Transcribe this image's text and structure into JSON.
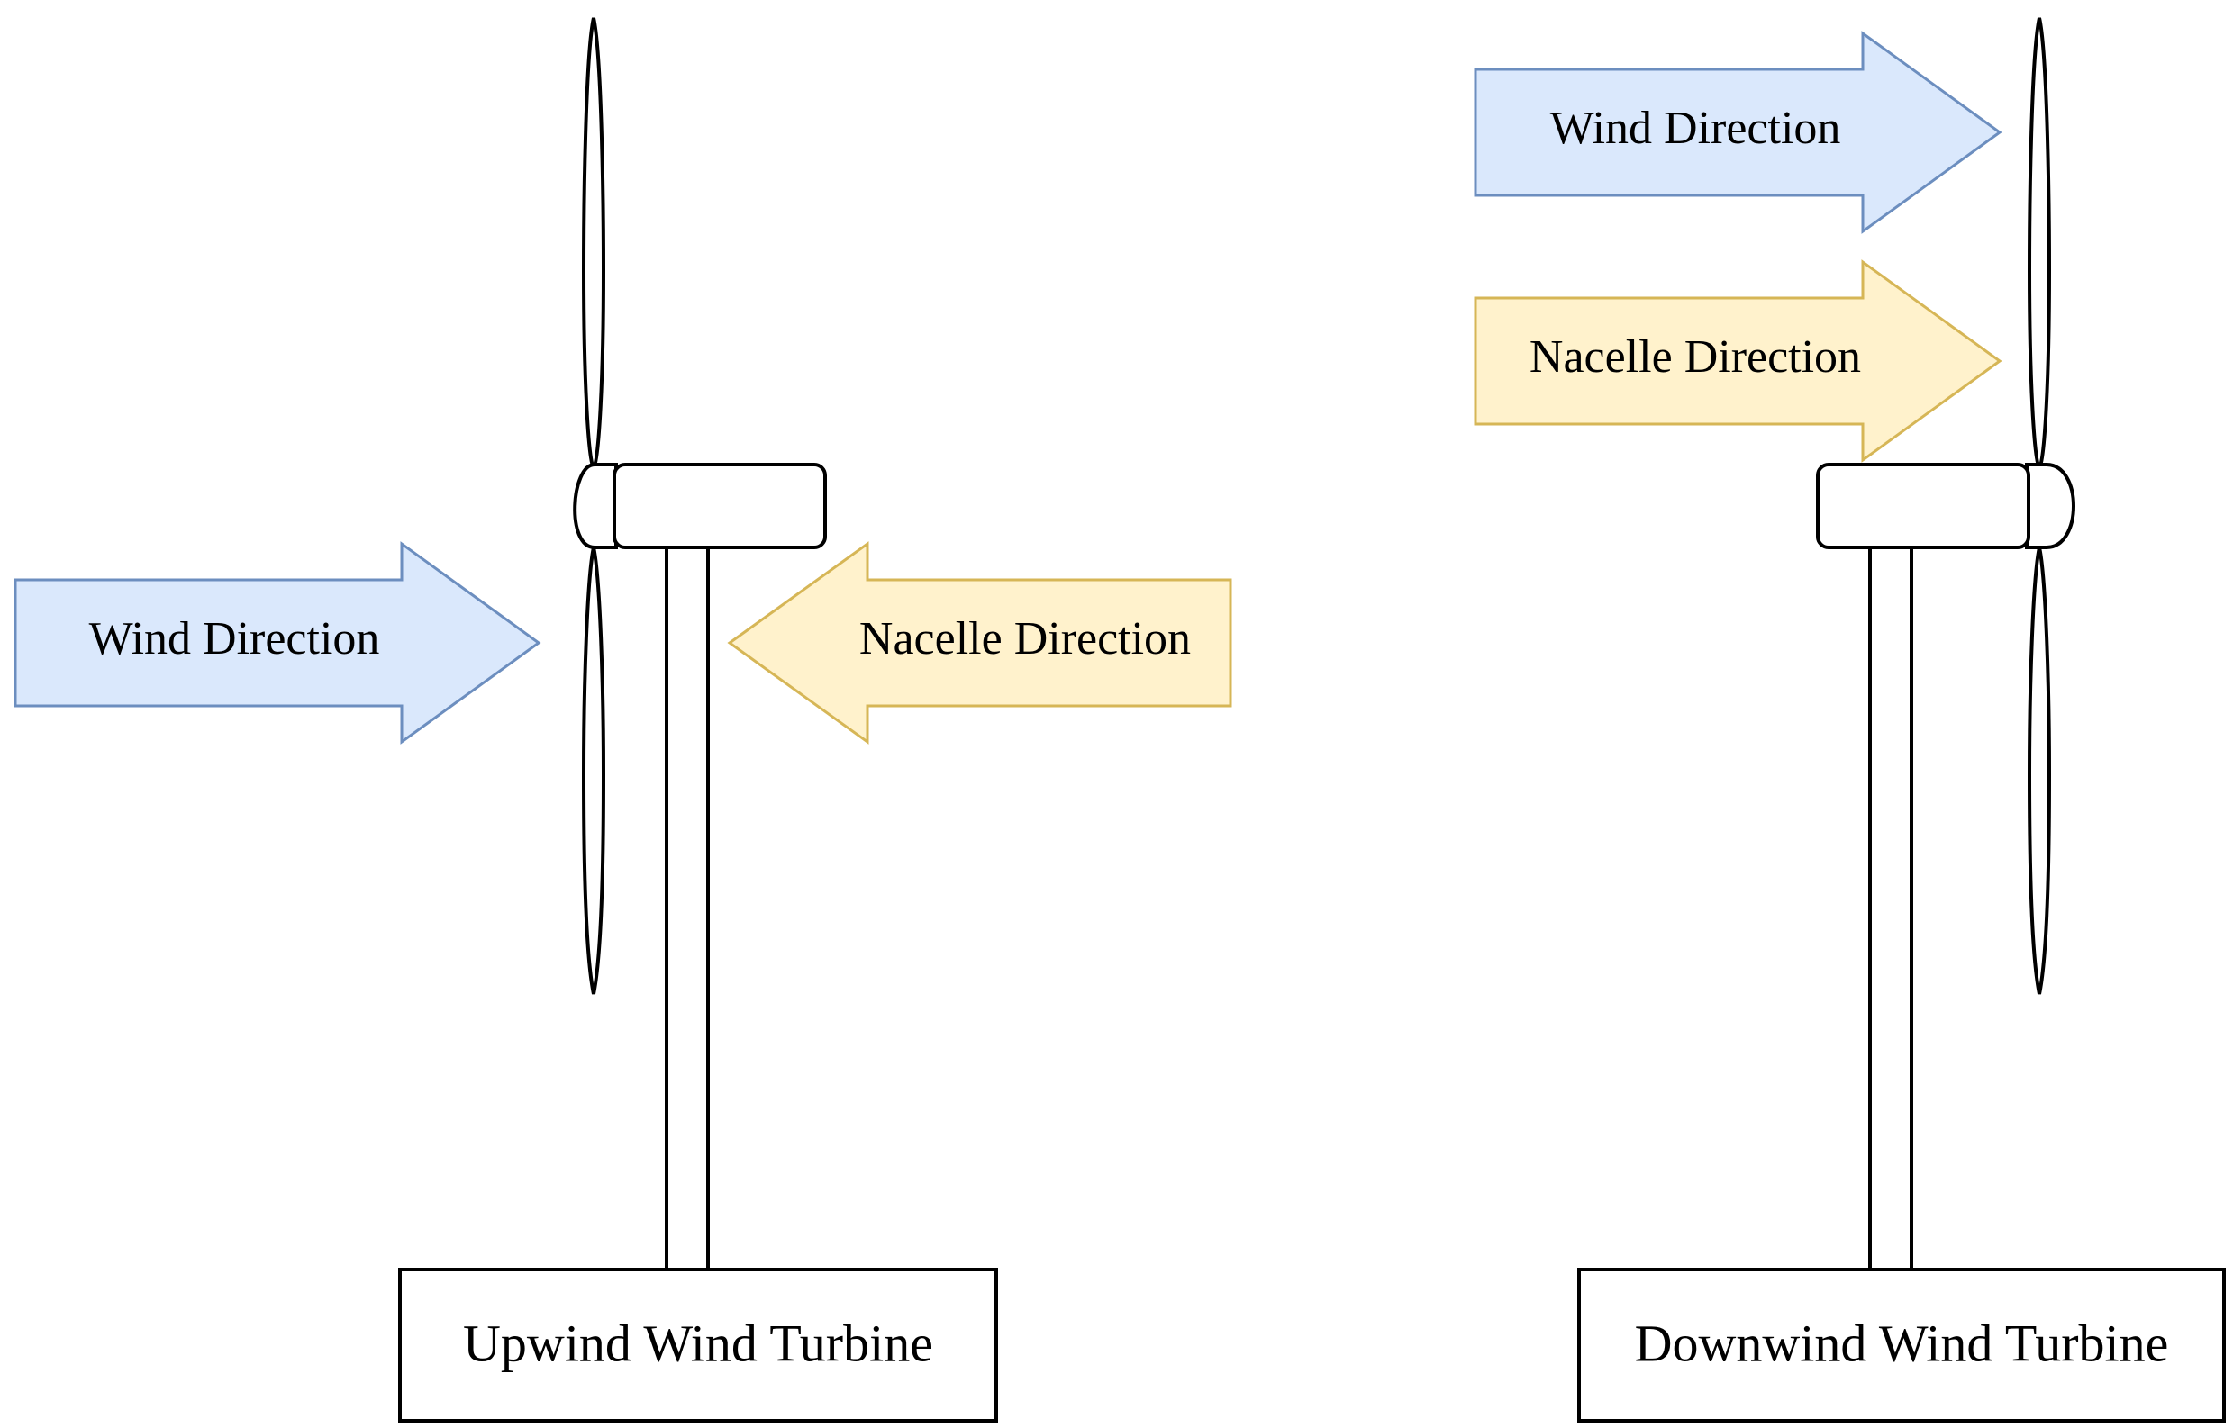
{
  "colors": {
    "wind_fill": "#dae8fc",
    "wind_stroke": "#6c8ebf",
    "nacelle_fill": "#fff2cc",
    "nacelle_stroke": "#d6b656",
    "outline": "#000000"
  },
  "upwind": {
    "wind_label": "Wind Direction",
    "nacelle_label": "Nacelle Direction",
    "base_label": "Upwind Wind Turbine"
  },
  "downwind": {
    "wind_label": "Wind Direction",
    "nacelle_label": "Nacelle Direction",
    "base_label": "Downwind Wind Turbine"
  }
}
